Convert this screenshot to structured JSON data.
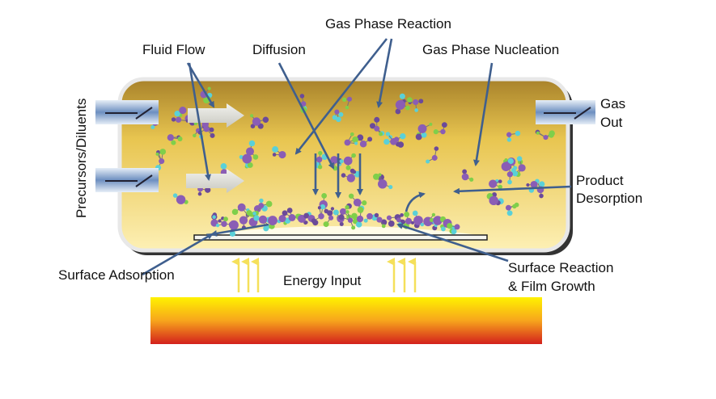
{
  "labels": {
    "gas_phase_reaction": "Gas Phase Reaction",
    "fluid_flow": "Fluid Flow",
    "diffusion": "Diffusion",
    "gas_phase_nucleation": "Gas Phase Nucleation",
    "precursors_diluents": "Precursors/Diluents",
    "gas_out_line1": "Gas",
    "gas_out_line2": "Out",
    "product_desorption_line1": "Product",
    "product_desorption_line2": "Desorption",
    "surface_adsorption": "Surface Adsorption",
    "energy_input": "Energy Input",
    "surface_reaction_line1": "Surface Reaction",
    "surface_reaction_line2": "& Film Growth"
  },
  "colors": {
    "arrow": "#3f5f8e",
    "chamber_top": "#b08a2a",
    "chamber_bottom": "#fcefb0",
    "heater_top": "#ffe600",
    "heater_bottom": "#d8201a",
    "energy_arrow": "#f5e05a"
  }
}
